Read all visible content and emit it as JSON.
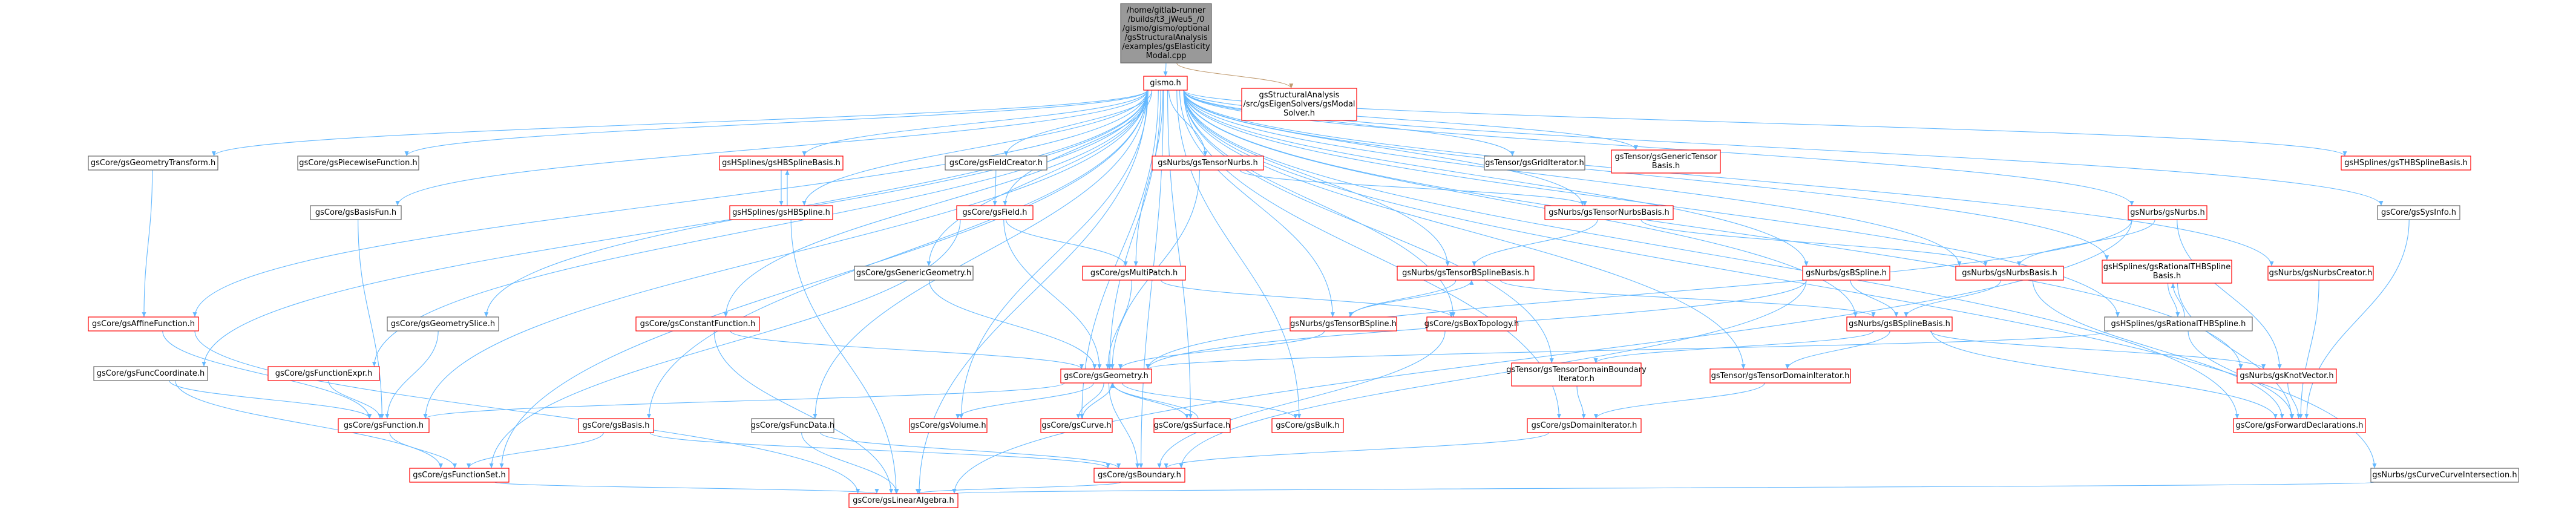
{
  "diagram": {
    "type": "include-dependency-graph",
    "colors": {
      "edge": "#63b8ff",
      "edge_alt": "#bf9a6f",
      "root_fill": "#999999",
      "root_border": "#666666",
      "box_border_black": "#666666",
      "box_border_red": "#ff0000",
      "box_fill": "#ffffff",
      "text": "#000000"
    },
    "nodes": [
      {
        "id": "root",
        "style": "root",
        "lines": [
          "/home/gitlab-runner",
          "/builds/t3_jWeu5_/0",
          "/gismo/gismo/optional",
          "/gsStructuralAnalysis",
          "/examples/gsElasticity",
          "Modal.cpp"
        ]
      },
      {
        "id": "gismo_h",
        "style": "red",
        "lines": [
          "gismo.h"
        ]
      },
      {
        "id": "modal_solver",
        "style": "red",
        "lines": [
          "gsStructuralAnalysis",
          "/src/gsEigenSolvers/gsModal",
          "Solver.h"
        ]
      },
      {
        "id": "geom_transform",
        "style": "black",
        "lines": [
          "gsCore/gsGeometryTransform.h"
        ]
      },
      {
        "id": "piecewise",
        "style": "black",
        "lines": [
          "gsCore/gsPiecewiseFunction.h"
        ]
      },
      {
        "id": "hbspline_basis",
        "style": "red",
        "lines": [
          "gsHSplines/gsHBSplineBasis.h"
        ]
      },
      {
        "id": "field_creator",
        "style": "black",
        "lines": [
          "gsCore/gsFieldCreator.h"
        ]
      },
      {
        "id": "tensor_nurbs",
        "style": "red",
        "lines": [
          "gsNurbs/gsTensorNurbs.h"
        ]
      },
      {
        "id": "grid_iter",
        "style": "black",
        "lines": [
          "gsTensor/gsGridIterator.h"
        ]
      },
      {
        "id": "generic_tensor",
        "style": "red",
        "lines": [
          "gsTensor/gsGenericTensor",
          "Basis.h"
        ]
      },
      {
        "id": "thb_basis",
        "style": "red",
        "lines": [
          "gsHSplines/gsTHBSplineBasis.h"
        ]
      },
      {
        "id": "basis_fun",
        "style": "black",
        "lines": [
          "gsCore/gsBasisFun.h"
        ]
      },
      {
        "id": "hbspline",
        "style": "red",
        "lines": [
          "gsHSplines/gsHBSpline.h"
        ]
      },
      {
        "id": "field",
        "style": "red",
        "lines": [
          "gsCore/gsField.h"
        ]
      },
      {
        "id": "tensor_nurbs_basis",
        "style": "red",
        "lines": [
          "gsNurbs/gsTensorNurbsBasis.h"
        ]
      },
      {
        "id": "nurbs",
        "style": "red",
        "lines": [
          "gsNurbs/gsNurbs.h"
        ]
      },
      {
        "id": "sys_info",
        "style": "black",
        "lines": [
          "gsCore/gsSysInfo.h"
        ]
      },
      {
        "id": "generic_geom",
        "style": "black",
        "lines": [
          "gsCore/gsGenericGeometry.h"
        ]
      },
      {
        "id": "multipatch",
        "style": "red",
        "lines": [
          "gsCore/gsMultiPatch.h"
        ]
      },
      {
        "id": "tensor_bspline_basis",
        "style": "red",
        "lines": [
          "gsNurbs/gsTensorBSplineBasis.h"
        ]
      },
      {
        "id": "bspline",
        "style": "red",
        "lines": [
          "gsNurbs/gsBSpline.h"
        ]
      },
      {
        "id": "nurbs_basis",
        "style": "red",
        "lines": [
          "gsNurbs/gsNurbsBasis.h"
        ]
      },
      {
        "id": "rational_thb_basis",
        "style": "red",
        "lines": [
          "gsHSplines/gsRationalTHBSpline",
          "Basis.h"
        ]
      },
      {
        "id": "nurbs_creator",
        "style": "red",
        "lines": [
          "gsNurbs/gsNurbsCreator.h"
        ]
      },
      {
        "id": "affine_fun",
        "style": "red",
        "lines": [
          "gsCore/gsAffineFunction.h"
        ]
      },
      {
        "id": "geom_slice",
        "style": "black",
        "lines": [
          "gsCore/gsGeometrySlice.h"
        ]
      },
      {
        "id": "constant_fun",
        "style": "red",
        "lines": [
          "gsCore/gsConstantFunction.h"
        ]
      },
      {
        "id": "tensor_bspline",
        "style": "red",
        "lines": [
          "gsNurbs/gsTensorBSpline.h"
        ]
      },
      {
        "id": "box_topology",
        "style": "red",
        "lines": [
          "gsCore/gsBoxTopology.h"
        ]
      },
      {
        "id": "bspline_basis",
        "style": "red",
        "lines": [
          "gsNurbs/gsBSplineBasis.h"
        ]
      },
      {
        "id": "rational_thb",
        "style": "black",
        "lines": [
          "gsHSplines/gsRationalTHBSpline.h"
        ]
      },
      {
        "id": "func_coord",
        "style": "black",
        "lines": [
          "gsCore/gsFuncCoordinate.h"
        ]
      },
      {
        "id": "function_expr",
        "style": "red",
        "lines": [
          "gsCore/gsFunctionExpr.h"
        ]
      },
      {
        "id": "geometry",
        "style": "red",
        "lines": [
          "gsCore/gsGeometry.h"
        ]
      },
      {
        "id": "tensor_domain_boundary",
        "style": "red",
        "lines": [
          "gsTensor/gsTensorDomainBoundary",
          "Iterator.h"
        ]
      },
      {
        "id": "tensor_domain_iter",
        "style": "red",
        "lines": [
          "gsTensor/gsTensorDomainIterator.h"
        ]
      },
      {
        "id": "knot_vector",
        "style": "red",
        "lines": [
          "gsNurbs/gsKnotVector.h"
        ]
      },
      {
        "id": "function",
        "style": "red",
        "lines": [
          "gsCore/gsFunction.h"
        ]
      },
      {
        "id": "basis",
        "style": "red",
        "lines": [
          "gsCore/gsBasis.h"
        ]
      },
      {
        "id": "func_data",
        "style": "black",
        "lines": [
          "gsCore/gsFuncData.h"
        ]
      },
      {
        "id": "volume",
        "style": "red",
        "lines": [
          "gsCore/gsVolume.h"
        ]
      },
      {
        "id": "curve",
        "style": "red",
        "lines": [
          "gsCore/gsCurve.h"
        ]
      },
      {
        "id": "surface",
        "style": "red",
        "lines": [
          "gsCore/gsSurface.h"
        ]
      },
      {
        "id": "bulk",
        "style": "red",
        "lines": [
          "gsCore/gsBulk.h"
        ]
      },
      {
        "id": "domain_iter",
        "style": "red",
        "lines": [
          "gsCore/gsDomainIterator.h"
        ]
      },
      {
        "id": "forward_decl",
        "style": "red",
        "lines": [
          "gsCore/gsForwardDeclarations.h"
        ]
      },
      {
        "id": "function_set",
        "style": "red",
        "lines": [
          "gsCore/gsFunctionSet.h"
        ]
      },
      {
        "id": "boundary",
        "style": "red",
        "lines": [
          "gsCore/gsBoundary.h"
        ]
      },
      {
        "id": "curve_curve_inter",
        "style": "black",
        "lines": [
          "gsNurbs/gsCurveCurveIntersection.h"
        ]
      },
      {
        "id": "linear_algebra",
        "style": "red",
        "lines": [
          "gsCore/gsLinearAlgebra.h"
        ]
      }
    ],
    "edges": [
      [
        "root",
        "gismo_h"
      ],
      [
        "root",
        "modal_solver"
      ],
      [
        "gismo_h",
        "geom_transform"
      ],
      [
        "gismo_h",
        "piecewise"
      ],
      [
        "gismo_h",
        "hbspline_basis"
      ],
      [
        "gismo_h",
        "field_creator"
      ],
      [
        "gismo_h",
        "tensor_nurbs"
      ],
      [
        "gismo_h",
        "grid_iter"
      ],
      [
        "gismo_h",
        "generic_tensor"
      ],
      [
        "gismo_h",
        "thb_basis"
      ],
      [
        "gismo_h",
        "basis_fun"
      ],
      [
        "gismo_h",
        "hbspline"
      ],
      [
        "gismo_h",
        "field"
      ],
      [
        "gismo_h",
        "tensor_nurbs_basis"
      ],
      [
        "gismo_h",
        "nurbs"
      ],
      [
        "gismo_h",
        "sys_info"
      ],
      [
        "gismo_h",
        "generic_geom"
      ],
      [
        "gismo_h",
        "multipatch"
      ],
      [
        "gismo_h",
        "tensor_bspline_basis"
      ],
      [
        "gismo_h",
        "bspline"
      ],
      [
        "gismo_h",
        "nurbs_basis"
      ],
      [
        "gismo_h",
        "rational_thb_basis"
      ],
      [
        "gismo_h",
        "nurbs_creator"
      ],
      [
        "gismo_h",
        "affine_fun"
      ],
      [
        "gismo_h",
        "geom_slice"
      ],
      [
        "gismo_h",
        "constant_fun"
      ],
      [
        "gismo_h",
        "tensor_bspline"
      ],
      [
        "gismo_h",
        "box_topology"
      ],
      [
        "gismo_h",
        "bspline_basis"
      ],
      [
        "gismo_h",
        "rational_thb"
      ],
      [
        "gismo_h",
        "func_coord"
      ],
      [
        "gismo_h",
        "function_expr"
      ],
      [
        "gismo_h",
        "geometry"
      ],
      [
        "gismo_h",
        "tensor_domain_boundary"
      ],
      [
        "gismo_h",
        "tensor_domain_iter"
      ],
      [
        "gismo_h",
        "knot_vector"
      ],
      [
        "gismo_h",
        "function"
      ],
      [
        "gismo_h",
        "basis"
      ],
      [
        "gismo_h",
        "func_data"
      ],
      [
        "gismo_h",
        "volume"
      ],
      [
        "gismo_h",
        "curve"
      ],
      [
        "gismo_h",
        "surface"
      ],
      [
        "gismo_h",
        "bulk"
      ],
      [
        "gismo_h",
        "domain_iter"
      ],
      [
        "gismo_h",
        "forward_decl"
      ],
      [
        "gismo_h",
        "function_set"
      ],
      [
        "gismo_h",
        "boundary"
      ],
      [
        "gismo_h",
        "curve_curve_inter"
      ],
      [
        "gismo_h",
        "linear_algebra"
      ],
      [
        "geom_transform",
        "affine_fun"
      ],
      [
        "hbspline_basis",
        "hbspline"
      ],
      [
        "hbspline",
        "hbspline_basis"
      ],
      [
        "hbspline",
        "linear_algebra"
      ],
      [
        "field_creator",
        "field"
      ],
      [
        "tensor_nurbs",
        "tensor_nurbs_basis"
      ],
      [
        "tensor_nurbs",
        "geometry"
      ],
      [
        "basis_fun",
        "function"
      ],
      [
        "field",
        "multipatch"
      ],
      [
        "field",
        "geometry"
      ],
      [
        "field",
        "function_set"
      ],
      [
        "tensor_nurbs_basis",
        "tensor_bspline_basis"
      ],
      [
        "tensor_nurbs_basis",
        "nurbs_basis"
      ],
      [
        "nurbs",
        "nurbs_basis"
      ],
      [
        "nurbs",
        "geometry"
      ],
      [
        "nurbs",
        "knot_vector"
      ],
      [
        "nurbs",
        "linear_algebra"
      ],
      [
        "sys_info",
        "forward_decl"
      ],
      [
        "generic_geom",
        "geometry"
      ],
      [
        "multipatch",
        "geometry"
      ],
      [
        "multipatch",
        "box_topology"
      ],
      [
        "tensor_bspline_basis",
        "bspline_basis"
      ],
      [
        "tensor_bspline_basis",
        "tensor_bspline"
      ],
      [
        "bspline",
        "bspline_basis"
      ],
      [
        "bspline",
        "geometry"
      ],
      [
        "bspline",
        "boundary"
      ],
      [
        "nurbs_basis",
        "bspline_basis"
      ],
      [
        "nurbs_basis",
        "forward_decl"
      ],
      [
        "rational_thb_basis",
        "rational_thb"
      ],
      [
        "rational_thb_basis",
        "forward_decl"
      ],
      [
        "nurbs_creator",
        "forward_decl"
      ],
      [
        "affine_fun",
        "function"
      ],
      [
        "affine_fun",
        "linear_algebra"
      ],
      [
        "geom_slice",
        "function"
      ],
      [
        "constant_fun",
        "geometry"
      ],
      [
        "constant_fun",
        "linear_algebra"
      ],
      [
        "tensor_bspline",
        "geometry"
      ],
      [
        "tensor_bspline",
        "tensor_bspline_basis"
      ],
      [
        "box_topology",
        "boundary"
      ],
      [
        "bspline_basis",
        "tensor_domain_boundary"
      ],
      [
        "bspline_basis",
        "tensor_domain_iter"
      ],
      [
        "bspline_basis",
        "knot_vector"
      ],
      [
        "bspline_basis",
        "forward_decl"
      ],
      [
        "rational_thb",
        "rational_thb_basis"
      ],
      [
        "rational_thb",
        "geometry"
      ],
      [
        "rational_thb",
        "forward_decl"
      ],
      [
        "func_coord",
        "function"
      ],
      [
        "func_coord",
        "function_set"
      ],
      [
        "function_expr",
        "function"
      ],
      [
        "geometry",
        "function"
      ],
      [
        "geometry",
        "volume"
      ],
      [
        "geometry",
        "curve"
      ],
      [
        "geometry",
        "surface"
      ],
      [
        "geometry",
        "bulk"
      ],
      [
        "geometry",
        "boundary"
      ],
      [
        "curve",
        "geometry"
      ],
      [
        "surface",
        "geometry"
      ],
      [
        "tensor_domain_boundary",
        "domain_iter"
      ],
      [
        "tensor_domain_iter",
        "domain_iter"
      ],
      [
        "knot_vector",
        "forward_decl"
      ],
      [
        "function",
        "function_set"
      ],
      [
        "basis",
        "function_set"
      ],
      [
        "basis",
        "boundary"
      ],
      [
        "func_data",
        "boundary"
      ],
      [
        "func_data",
        "linear_algebra"
      ],
      [
        "domain_iter",
        "boundary"
      ],
      [
        "function_set",
        "linear_algebra"
      ],
      [
        "boundary",
        "linear_algebra"
      ],
      [
        "curve_curve_inter",
        "linear_algebra"
      ]
    ]
  }
}
